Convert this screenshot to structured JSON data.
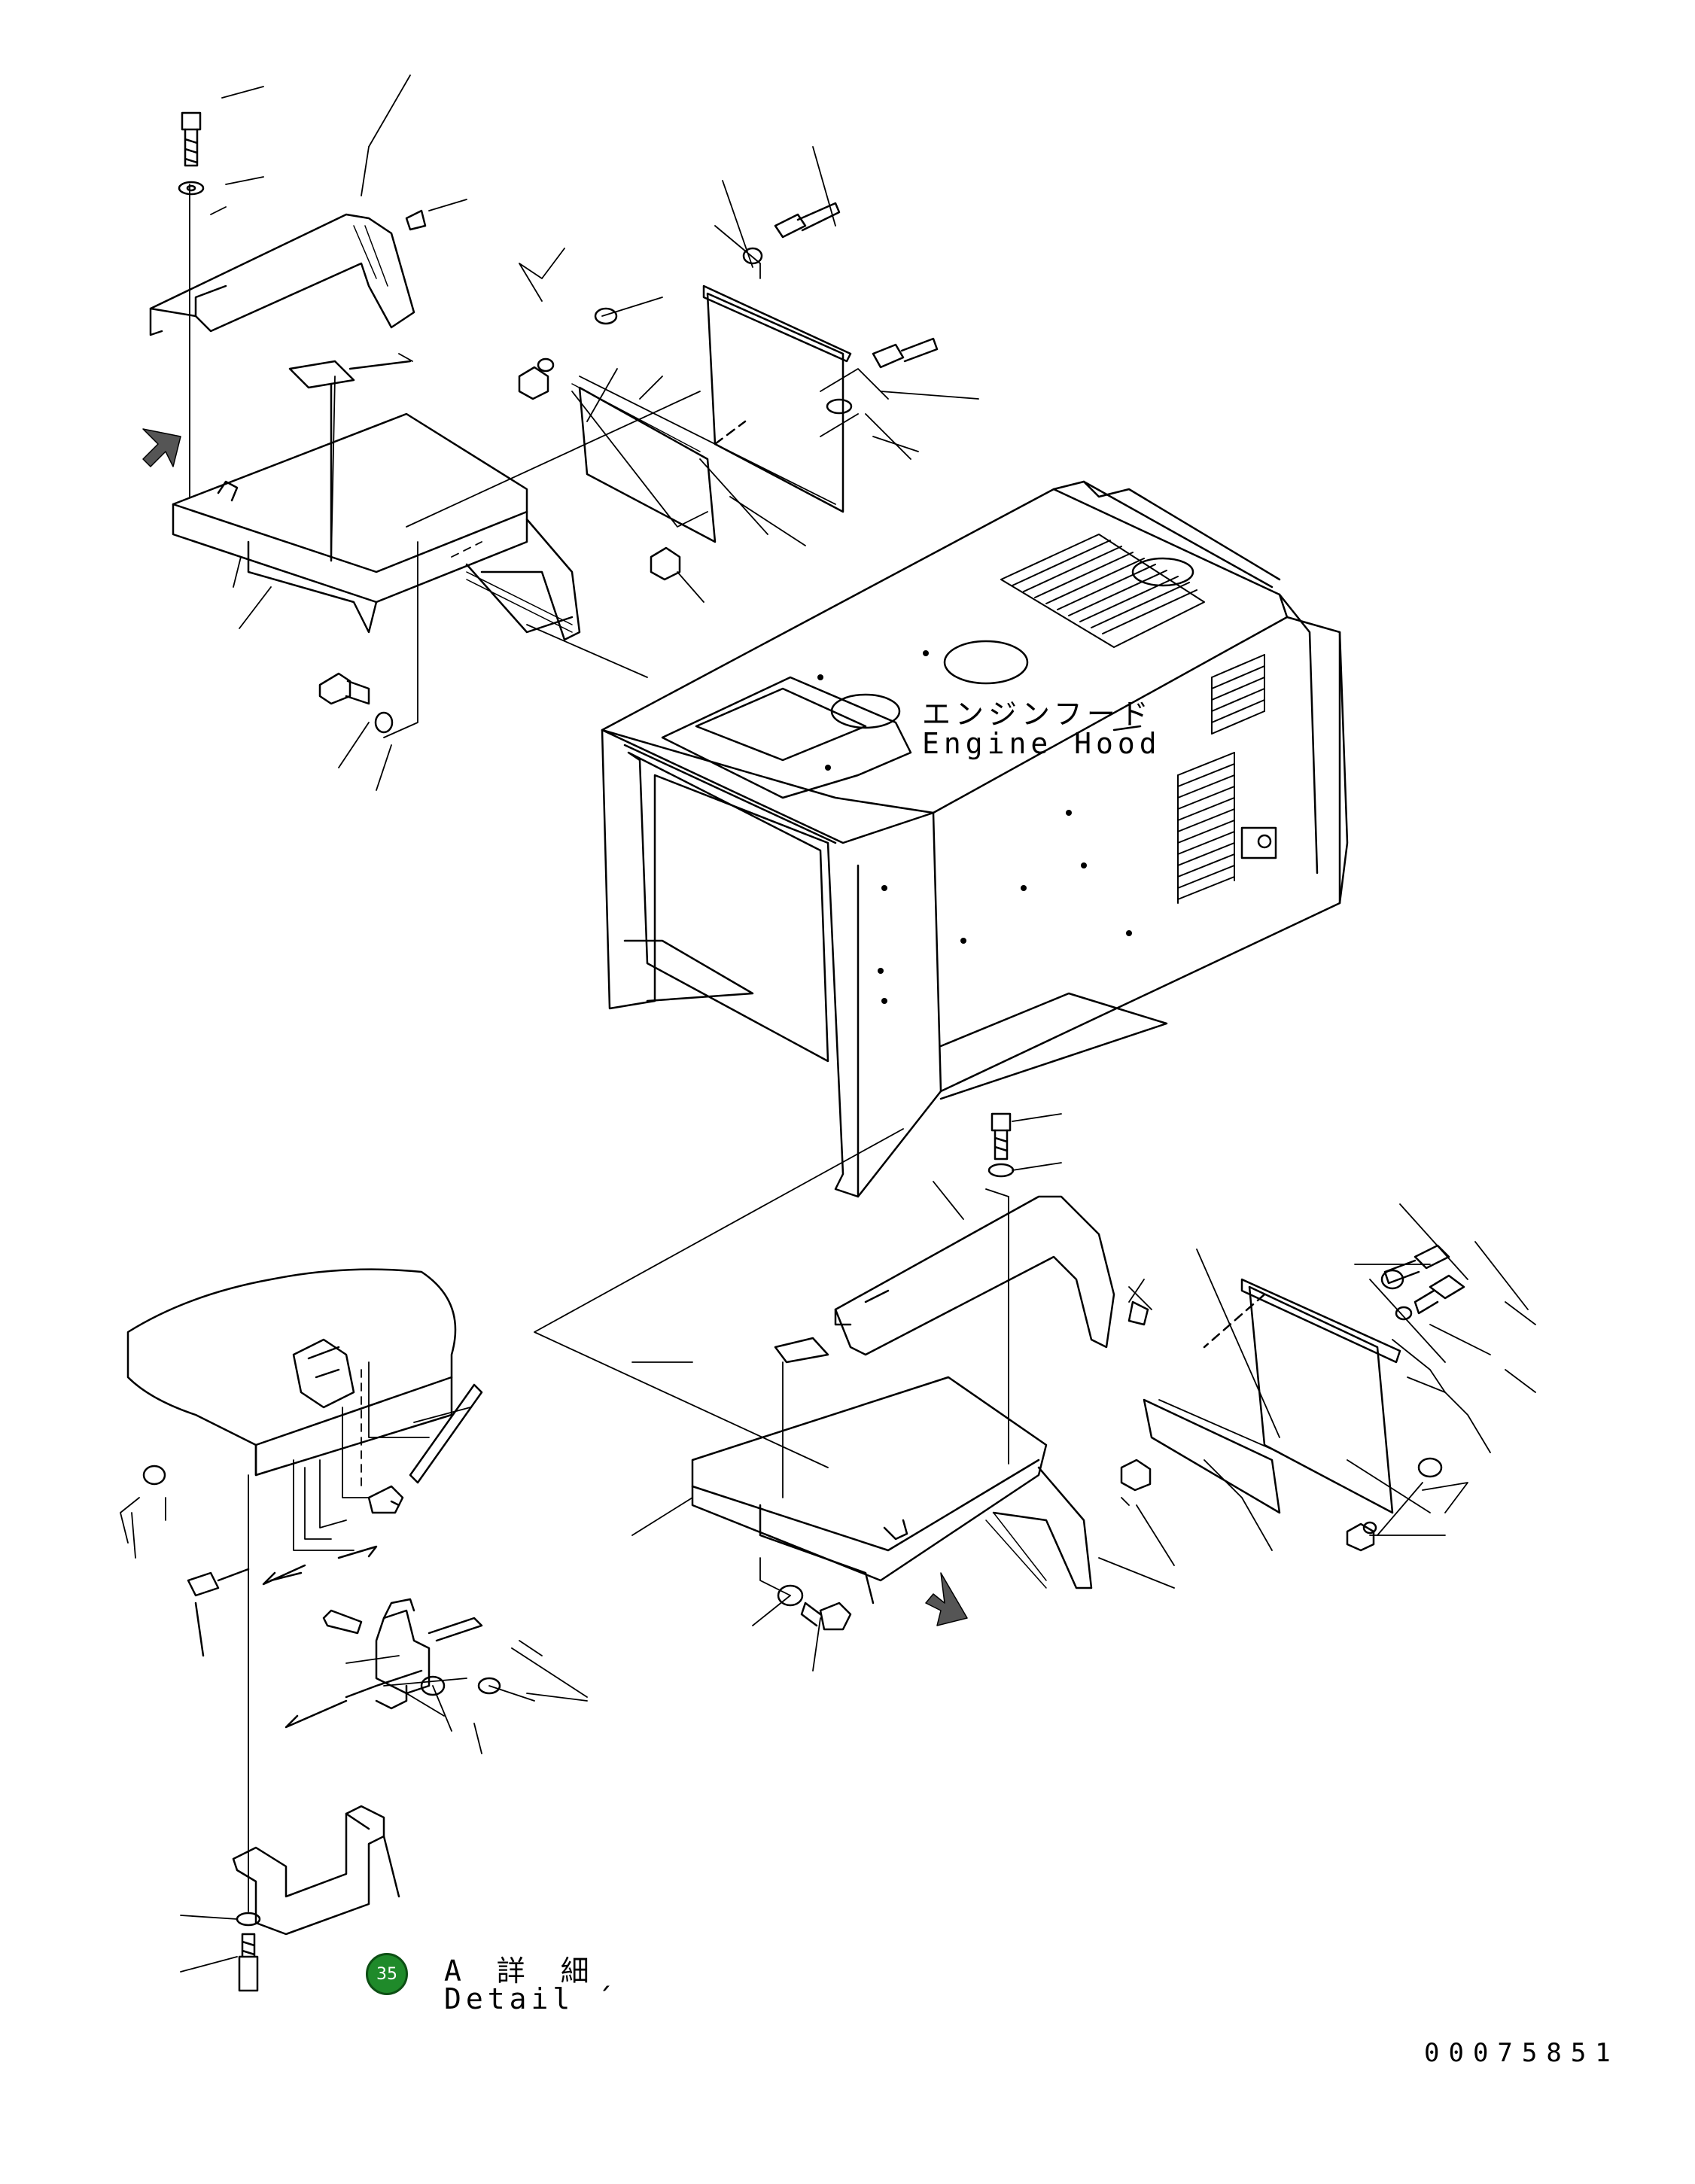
{
  "labels": {
    "hood_jp": "エンジンフード",
    "hood_en": "Engine Hood",
    "detail_jp": "A 詳 細",
    "detail_en": "Detail ´",
    "badge": "35",
    "doc_number": "00075851"
  },
  "colors": {
    "line": "#000000",
    "badge_fill": "#1f8a2a"
  },
  "icons": [
    "bolt-icon",
    "washer-icon",
    "nut-icon",
    "view-arrow-icon"
  ]
}
